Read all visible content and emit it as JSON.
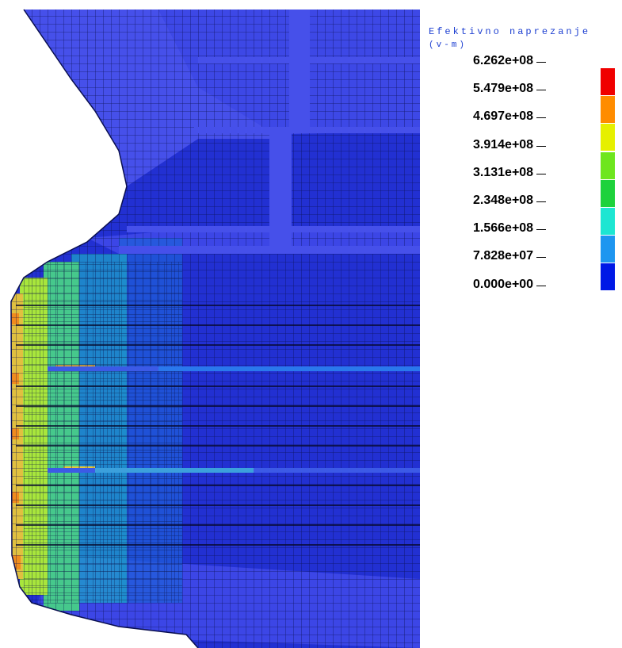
{
  "legend": {
    "title": "Efektivno naprezanje",
    "unit": "(v-m)",
    "labels": [
      "6.262e+08",
      "5.479e+08",
      "4.697e+08",
      "3.914e+08",
      "3.131e+08",
      "2.348e+08",
      "1.566e+08",
      "7.828e+07",
      "0.000e+00"
    ],
    "colors": [
      "#f00000",
      "#ff8c00",
      "#e6f000",
      "#6ee61e",
      "#1ed23c",
      "#1ee6d2",
      "#1e96f0",
      "#0019e6"
    ]
  },
  "palette": {
    "background": "#ffffff",
    "mesh_blue_light": "#3c46e6",
    "mesh_blue_dark": "#1a2ac8",
    "mesh_line": "#0a0f50"
  }
}
